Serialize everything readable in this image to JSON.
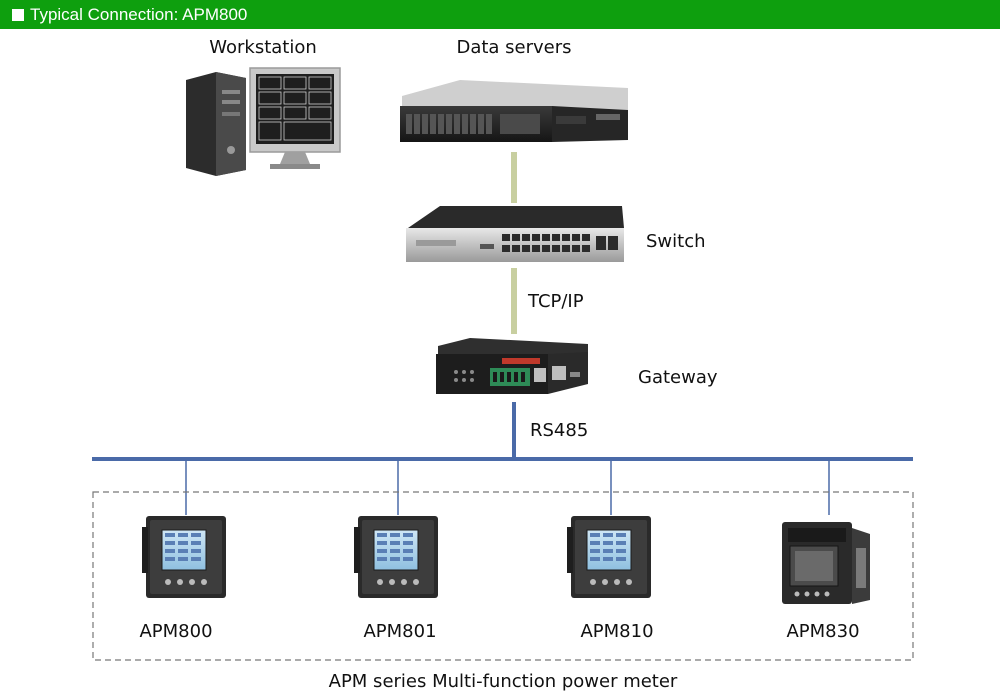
{
  "header": {
    "title": "Typical Connection: APM800"
  },
  "nodes": {
    "workstation": "Workstation",
    "data_servers": "Data servers",
    "switch": "Switch",
    "gateway": "Gateway"
  },
  "links": {
    "tcpip": "TCP/IP",
    "rs485": "RS485"
  },
  "meters": [
    {
      "label": "APM800"
    },
    {
      "label": "APM801"
    },
    {
      "label": "APM810"
    },
    {
      "label": "APM830"
    }
  ],
  "caption": "APM series Multi-function power meter",
  "colors": {
    "header": "#0e9f0e",
    "ethernet_cable": "#c8cfa0",
    "rs485_bus": "#4a6aa8"
  }
}
